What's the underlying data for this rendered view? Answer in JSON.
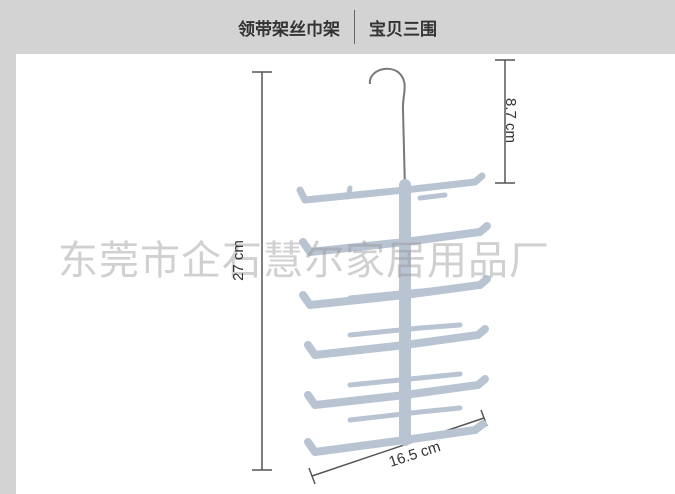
{
  "header": {
    "title": "领带架丝巾架",
    "subtitle": "宝贝三围"
  },
  "watermark": "东莞市企石慧尔家居用品厂",
  "dimensions": {
    "height": "27 cm",
    "hook_height": "8.7 cm",
    "width": "16.5 cm"
  },
  "colors": {
    "background": "#d3d3d3",
    "hanger": "#b9c4d3"
  }
}
